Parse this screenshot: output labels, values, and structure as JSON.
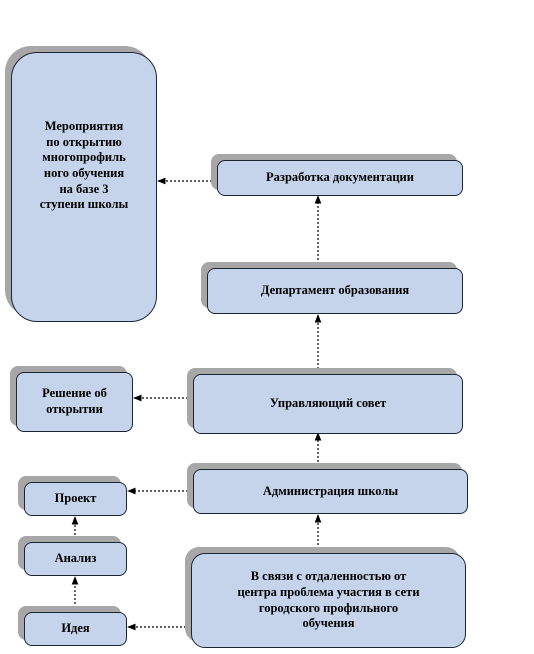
{
  "diagram": {
    "nodes": {
      "measures": "Мероприятия\nпо открытию\nмногопрофиль\nного обучения\nна базе 3\nступени школы",
      "docs_dev": "Разработка документации",
      "department": "Департамент  образования",
      "decision": "Решение об\nоткрытии",
      "council": "Управляющий совет",
      "project": "Проект",
      "administration": "Администрация школы",
      "analysis": "Анализ",
      "reason": "В связи с отдаленностью от\nцентра проблема участия в сети\nгородского профильного\nобучения",
      "idea": "Идея"
    },
    "colors": {
      "box_fill": "#c5d4ea",
      "box_border": "#1c2536",
      "shadow": "#a7a7a7",
      "connector": "#000000"
    }
  }
}
